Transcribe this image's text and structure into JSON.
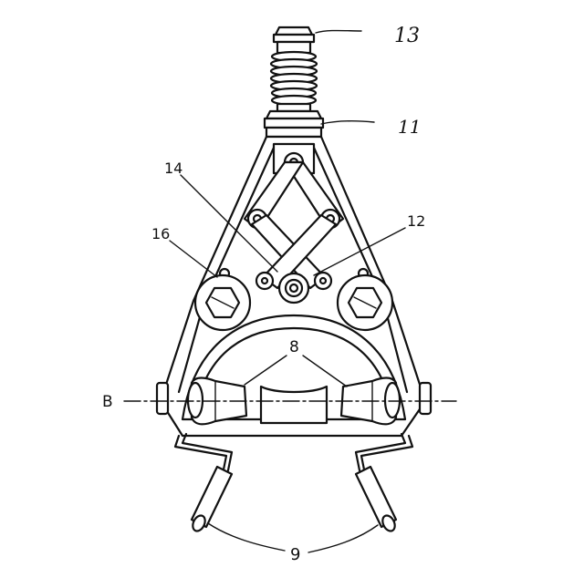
{
  "labels": {
    "part_13": "13",
    "part_11": "11",
    "part_14": "14",
    "part_12": "12",
    "part_16": "16",
    "part_8": "8",
    "axis_b": "B",
    "part_9": "9"
  }
}
